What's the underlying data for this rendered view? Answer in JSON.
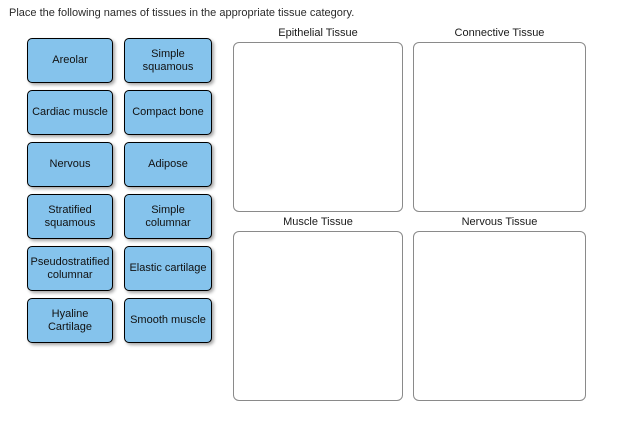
{
  "instruction": "Place the following names of tissues in the appropriate tissue category.",
  "tile_bank": {
    "tiles": [
      {
        "id": "areolar",
        "label": "Areolar"
      },
      {
        "id": "simple-squamous",
        "label": "Simple\nsquamous"
      },
      {
        "id": "cardiac-muscle",
        "label": "Cardiac muscle"
      },
      {
        "id": "compact-bone",
        "label": "Compact bone"
      },
      {
        "id": "nervous",
        "label": "Nervous"
      },
      {
        "id": "adipose",
        "label": "Adipose"
      },
      {
        "id": "stratified-squamous",
        "label": "Stratified\nsquamous"
      },
      {
        "id": "simple-columnar",
        "label": "Simple\ncolumnar"
      },
      {
        "id": "pseudostratified-columnar",
        "label": "Pseudostratified\ncolumnar"
      },
      {
        "id": "elastic-cartilage",
        "label": "Elastic cartilage"
      },
      {
        "id": "hyaline-cartilage",
        "label": "Hyaline\nCartilage"
      },
      {
        "id": "smooth-muscle",
        "label": "Smooth muscle"
      }
    ]
  },
  "categories": [
    {
      "id": "epithelial",
      "label": "Epithelial Tissue",
      "placed_items": []
    },
    {
      "id": "connective",
      "label": "Connective Tissue",
      "placed_items": []
    },
    {
      "id": "muscle",
      "label": "Muscle Tissue",
      "placed_items": []
    },
    {
      "id": "nervous",
      "label": "Nervous Tissue",
      "placed_items": []
    }
  ],
  "colors": {
    "tile_fill": "#85C3EC",
    "tile_border": "#000000",
    "zone_border": "#8A8A8A",
    "text": "#1F1F1F",
    "background": "#FFFFFF"
  }
}
